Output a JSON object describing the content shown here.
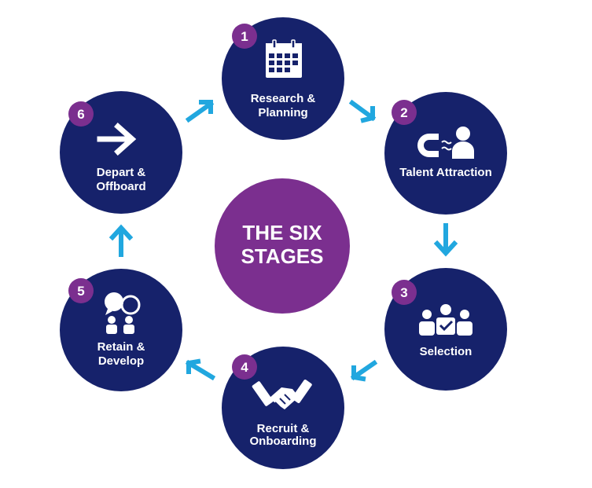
{
  "center": {
    "line1": "THE SIX",
    "line2": "STAGES",
    "color": "#7b2f8f"
  },
  "colors": {
    "stage_fill": "#16226b",
    "badge_fill": "#7b2f8f",
    "arrow": "#21a7df",
    "icon": "#ffffff"
  },
  "stages": [
    {
      "number": "1",
      "line1": "Research &",
      "line2": "Planning",
      "icon": "calendar-icon"
    },
    {
      "number": "2",
      "line1": "Talent Attraction",
      "line2": "",
      "icon": "magnet-person-icon"
    },
    {
      "number": "3",
      "line1": "Selection",
      "line2": "",
      "icon": "group-check-icon"
    },
    {
      "number": "4",
      "line1": "Recruit &",
      "line2": "Onboarding",
      "icon": "handshake-icon"
    },
    {
      "number": "5",
      "line1": "Retain &",
      "line2": "Develop",
      "icon": "speech-bubbles-icon"
    },
    {
      "number": "6",
      "line1": "Depart &",
      "line2": "Offboard",
      "icon": "right-arrow-icon"
    }
  ]
}
